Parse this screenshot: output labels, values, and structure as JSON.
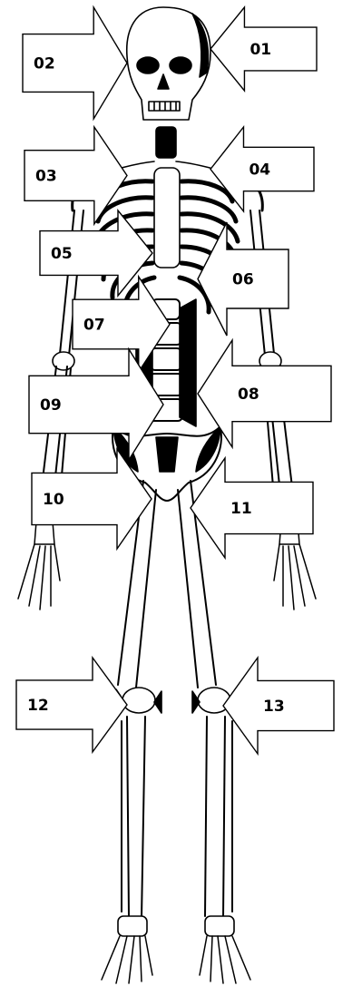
{
  "diagram": {
    "subject": "human-skeleton-front-view",
    "line_color": "#000000",
    "background": "#ffffff",
    "callouts": [
      {
        "id": "01",
        "direction": "left"
      },
      {
        "id": "02",
        "direction": "right"
      },
      {
        "id": "03",
        "direction": "right"
      },
      {
        "id": "04",
        "direction": "left"
      },
      {
        "id": "05",
        "direction": "right"
      },
      {
        "id": "06",
        "direction": "left"
      },
      {
        "id": "07",
        "direction": "right"
      },
      {
        "id": "08",
        "direction": "left"
      },
      {
        "id": "09",
        "direction": "right"
      },
      {
        "id": "10",
        "direction": "right"
      },
      {
        "id": "11",
        "direction": "left"
      },
      {
        "id": "12",
        "direction": "right"
      },
      {
        "id": "13",
        "direction": "left"
      }
    ]
  }
}
